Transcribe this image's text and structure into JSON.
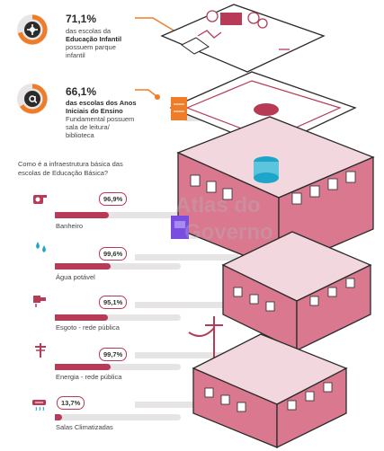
{
  "stats": [
    {
      "percent": "71,1%",
      "line1": "das escolas da",
      "line2": "Educação Infantil",
      "line3": "possuem parque",
      "line4": "infantil",
      "icon": "playground-icon"
    },
    {
      "percent": "66,1%",
      "line1": "das escolas dos Anos",
      "line2": "Iniciais do Ensino",
      "line3": "Fundamental possuem",
      "line4": "sala de leitura/",
      "line5": "biblioteca",
      "icon": "library-icon"
    }
  ],
  "question": {
    "line1": "Como é a infraestrutura básica das",
    "line2": "escolas de Educação Básica?"
  },
  "rows": [
    {
      "label": "Banheiro",
      "value": "96,9%",
      "fraction": 0.969,
      "icon": "toilet-paper-icon"
    },
    {
      "label": "Água potável",
      "value": "99,6%",
      "fraction": 0.996,
      "icon": "water-drops-icon"
    },
    {
      "label": "Esgoto - rede pública",
      "value": "95,1%",
      "fraction": 0.951,
      "icon": "sewage-pipe-icon"
    },
    {
      "label": "Energia - rede pública",
      "value": "99,7%",
      "fraction": 0.997,
      "icon": "power-pole-icon"
    },
    {
      "label": "Salas Climatizadas",
      "value": "13,7%",
      "fraction": 0.137,
      "icon": "air-conditioner-icon"
    }
  ],
  "watermark": {
    "line1": "Atlas do",
    "line2": "Governo"
  },
  "colors": {
    "accent": "#b73b56",
    "orange": "#ef7d28",
    "building_fill": "#d9788e",
    "building_light": "#f3d7de",
    "dark": "#2b2b2b"
  }
}
